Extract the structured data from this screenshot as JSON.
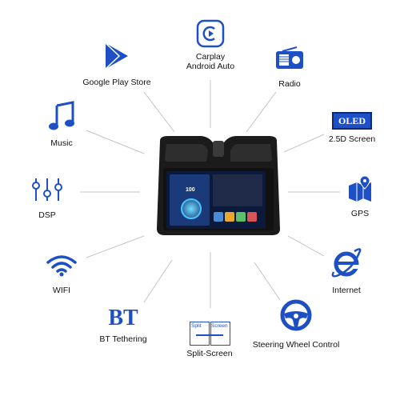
{
  "features": {
    "carplay": {
      "line1": "Carplay",
      "line2": "Android Auto",
      "icon": "carplay-icon"
    },
    "radio": {
      "label": "Radio",
      "icon": "radio-icon"
    },
    "play_store": {
      "label": "Google Play Store",
      "icon": "play-store-icon"
    },
    "screen": {
      "label": "2.5D Screen",
      "badge": "OLED",
      "icon": "oled-badge-icon"
    },
    "music": {
      "label": "Music",
      "icon": "music-note-icon"
    },
    "dsp": {
      "label": "DSP",
      "icon": "equalizer-icon"
    },
    "gps": {
      "label": "GPS",
      "icon": "map-pin-icon"
    },
    "wifi": {
      "label": "WIFI",
      "icon": "wifi-icon"
    },
    "internet": {
      "label": "Internet",
      "icon": "internet-explorer-icon"
    },
    "bt": {
      "label": "BT Tethering",
      "badge": "BT",
      "icon": "bt-icon"
    },
    "split": {
      "label": "Split-Screen",
      "left": "Split",
      "right": "Screen",
      "icon": "split-screen-icon"
    },
    "steering": {
      "label": "Steering Wheel Control",
      "icon": "steering-wheel-icon"
    }
  },
  "screen_display": {
    "value": "100"
  },
  "colors": {
    "accent": "#1f4fc4",
    "ray": "#b8b8b8",
    "unit": "#1b1b1b"
  }
}
